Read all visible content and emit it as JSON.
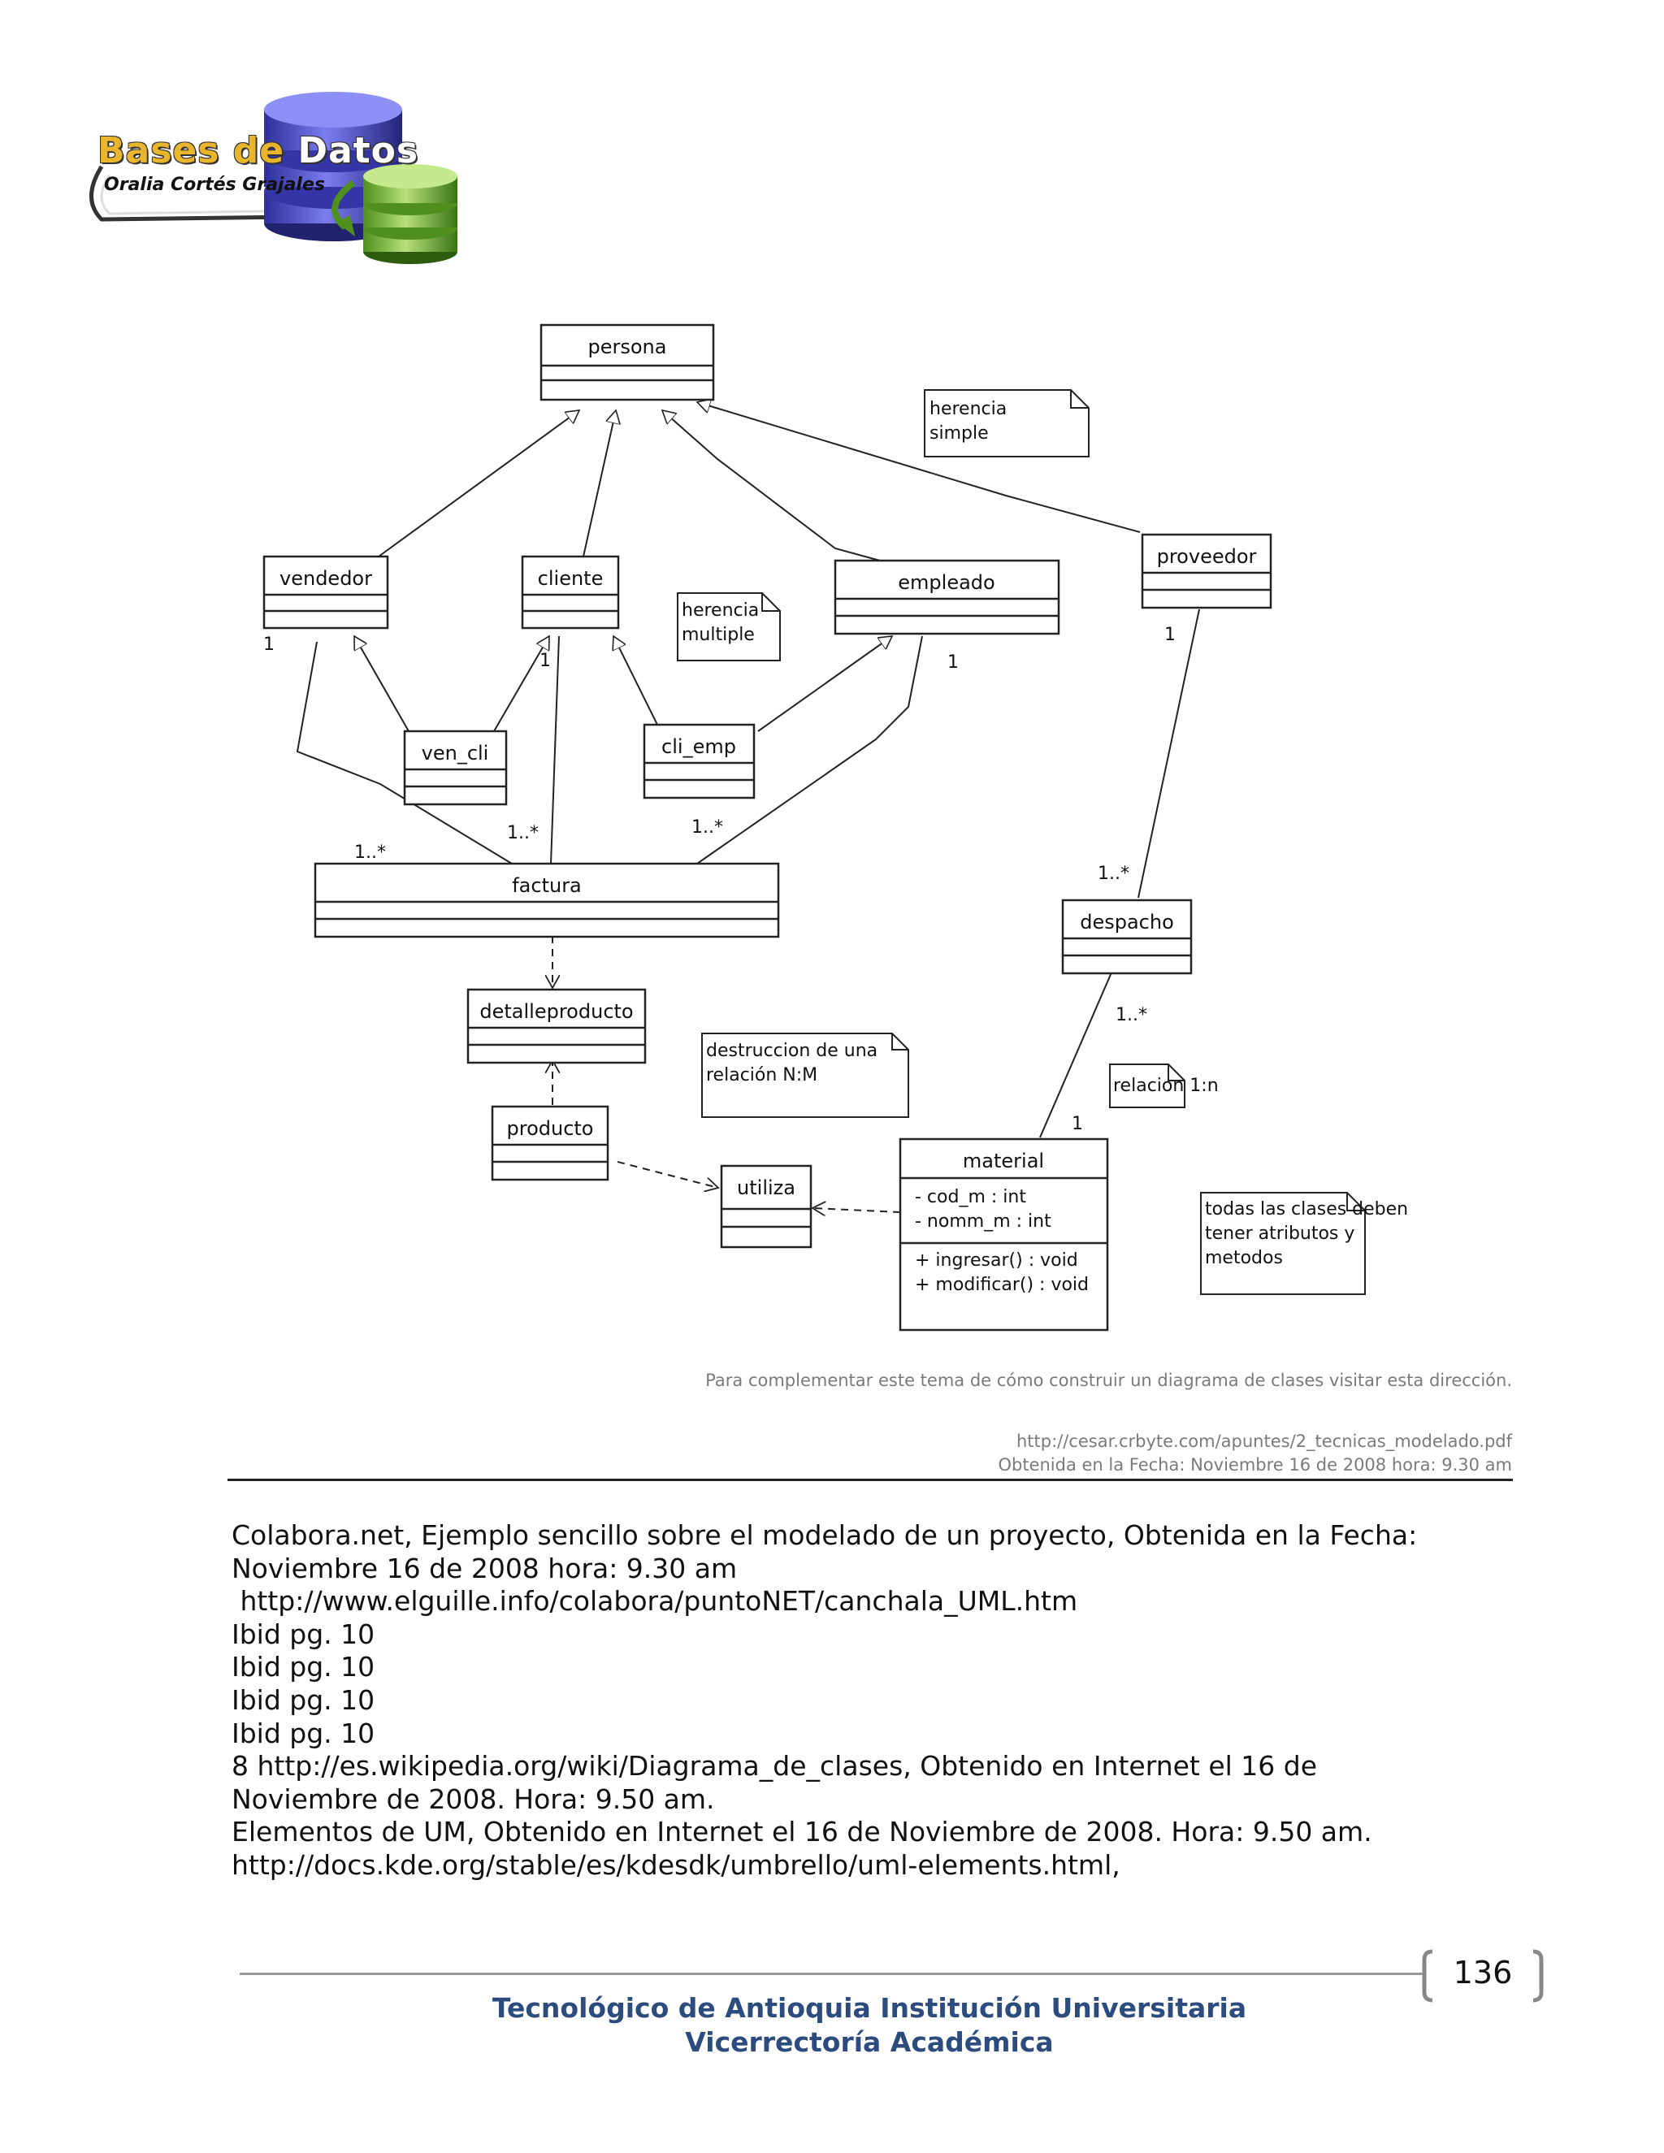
{
  "header": {
    "logo_title_part1": "Bases de",
    "logo_title_part2": "Datos",
    "logo_subtitle": "Oralia Cortés Grajales",
    "colors": {
      "disk_blue": "#5457c9",
      "disk_green": "#7cbf3c",
      "title_gold": "#e9b52c"
    }
  },
  "diagram": {
    "classes": {
      "persona": "persona",
      "vendedor": "vendedor",
      "cliente": "cliente",
      "empleado": "empleado",
      "proveedor": "proveedor",
      "ven_cli": "ven_cli",
      "cli_emp": "cli_emp",
      "factura": "factura",
      "despacho": "despacho",
      "detalleproducto": "detalleproducto",
      "producto": "producto",
      "utiliza": "utiliza",
      "material": "material"
    },
    "material_attributes": [
      "- cod_m : int",
      "- nomm_m : int"
    ],
    "material_operations": [
      "+ ingresar() : void",
      "+ modificar() : void"
    ],
    "notes": {
      "herencia_simple": [
        "herencia",
        "simple"
      ],
      "herencia_multiple": [
        "herencia",
        "multiple"
      ],
      "destruccion": [
        "destruccion de una",
        "relación N:M"
      ],
      "relacion": [
        "relacion 1:n"
      ],
      "todas": [
        "todas las clases deben",
        "tener atributos y",
        "metodos"
      ]
    },
    "multiplicities": {
      "vendedor_1": "1",
      "cliente_1": "1",
      "empleado_1": "1",
      "proveedor_1": "1",
      "factura_vend": "1..*",
      "factura_cli": "1..*",
      "factura_emp": "1..*",
      "despacho_prov": "1..*",
      "despacho_mat": "1..*",
      "material_1": "1"
    }
  },
  "captions": {
    "line1": "Para complementar este tema de cómo construir un diagrama de clases visitar esta dirección.",
    "line2": "http://cesar.crbyte.com/apuntes/2_tecnicas_modelado.pdf",
    "line3": "Obtenida en la Fecha: Noviembre 16 de 2008 hora: 9.30 am"
  },
  "references": [
    "Colabora.net, Ejemplo sencillo sobre el modelado de un proyecto, Obtenida en la Fecha:",
    "Noviembre 16 de 2008 hora: 9.30 am",
    " http://www.elguille.info/colabora/puntoNET/canchala_UML.htm",
    "Ibid pg. 10",
    "Ibid pg. 10",
    "Ibid pg. 10",
    "Ibid pg. 10",
    "8 http://es.wikipedia.org/wiki/Diagrama_de_clases, Obtenido en Internet el 16 de",
    "Noviembre de 2008. Hora: 9.50 am.",
    "Elementos de UM, Obtenido en Internet el 16 de Noviembre de 2008. Hora: 9.50 am.",
    "http://docs.kde.org/stable/es/kdesdk/umbrello/uml-elements.html,"
  ],
  "footer": {
    "page_number": "136",
    "institution": "Tecnológico de Antioquia Institución Universitaria",
    "department": "Vicerrectoría Académica"
  }
}
